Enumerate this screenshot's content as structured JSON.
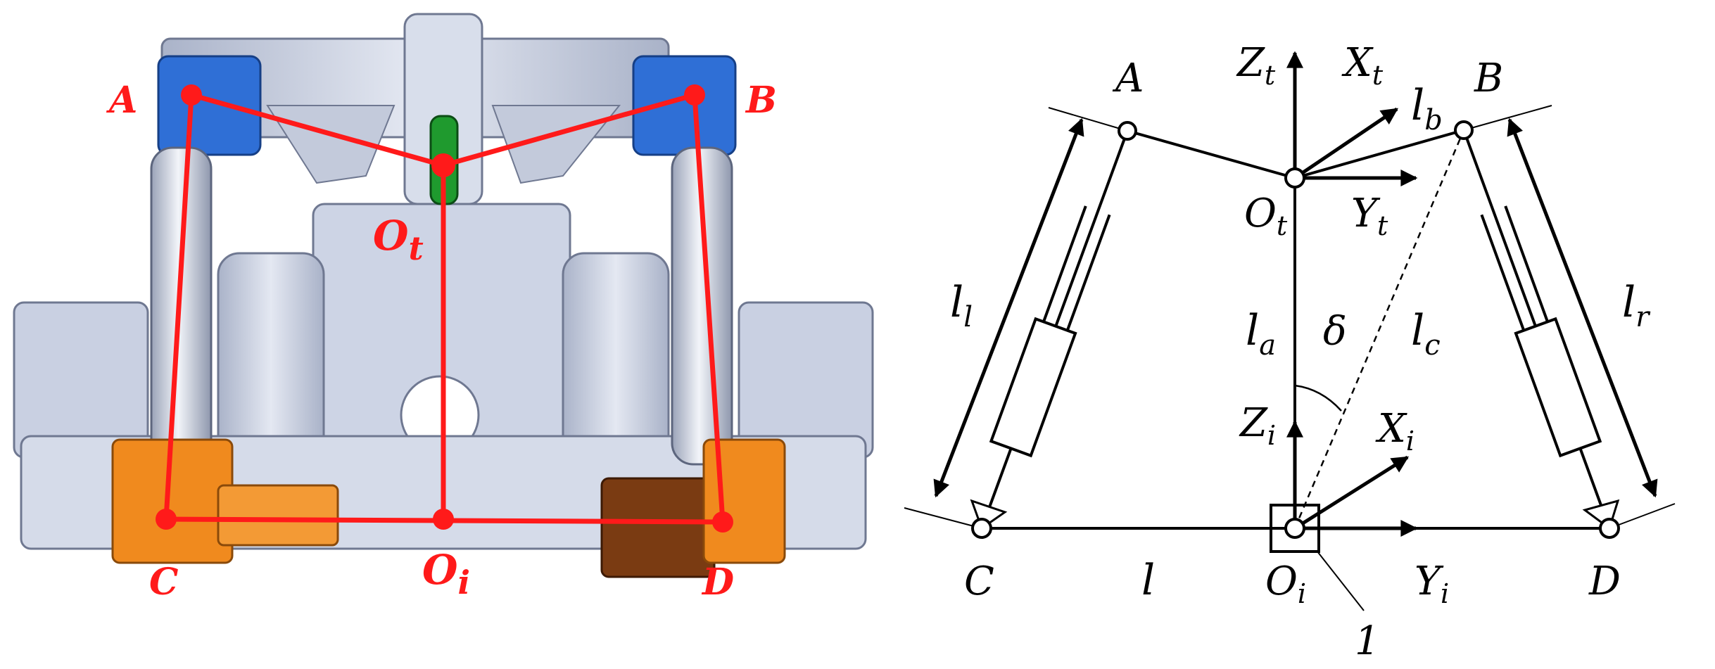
{
  "colors": {
    "mechanism_red": "#ff1a1a",
    "frame_gray": "#cfd6e8",
    "frame_shadow": "#8d97b0",
    "mount_blue": "#2f6fd6",
    "bracket_orange": "#f08a1e",
    "bracket_brown": "#7a3b12",
    "sensor_green": "#1f9a2e",
    "ink": "#000000"
  },
  "left_panel": {
    "labels": {
      "A": "A",
      "B": "B",
      "C": "C",
      "D": "D",
      "Ot_main": "O",
      "Ot_sub": "t",
      "Oi_main": "O",
      "Oi_sub": "i"
    }
  },
  "right_panel": {
    "points": {
      "A": "A",
      "B": "B",
      "C": "C",
      "D": "D"
    },
    "axes": {
      "Zt": {
        "main": "Z",
        "sub": "t"
      },
      "Xt": {
        "main": "X",
        "sub": "t"
      },
      "Yt": {
        "main": "Y",
        "sub": "t"
      },
      "Zi": {
        "main": "Z",
        "sub": "i"
      },
      "Xi": {
        "main": "X",
        "sub": "i"
      },
      "Yi": {
        "main": "Y",
        "sub": "i"
      }
    },
    "origins": {
      "Ot": {
        "main": "O",
        "sub": "t"
      },
      "Oi": {
        "main": "O",
        "sub": "i"
      }
    },
    "lengths": {
      "ll": {
        "main": "l",
        "sub": "l"
      },
      "lr": {
        "main": "l",
        "sub": "r"
      },
      "la": {
        "main": "l",
        "sub": "a"
      },
      "lb": {
        "main": "l",
        "sub": "b"
      },
      "lc": {
        "main": "l",
        "sub": "c"
      },
      "l": "l"
    },
    "angle": "δ",
    "callout": "1"
  }
}
